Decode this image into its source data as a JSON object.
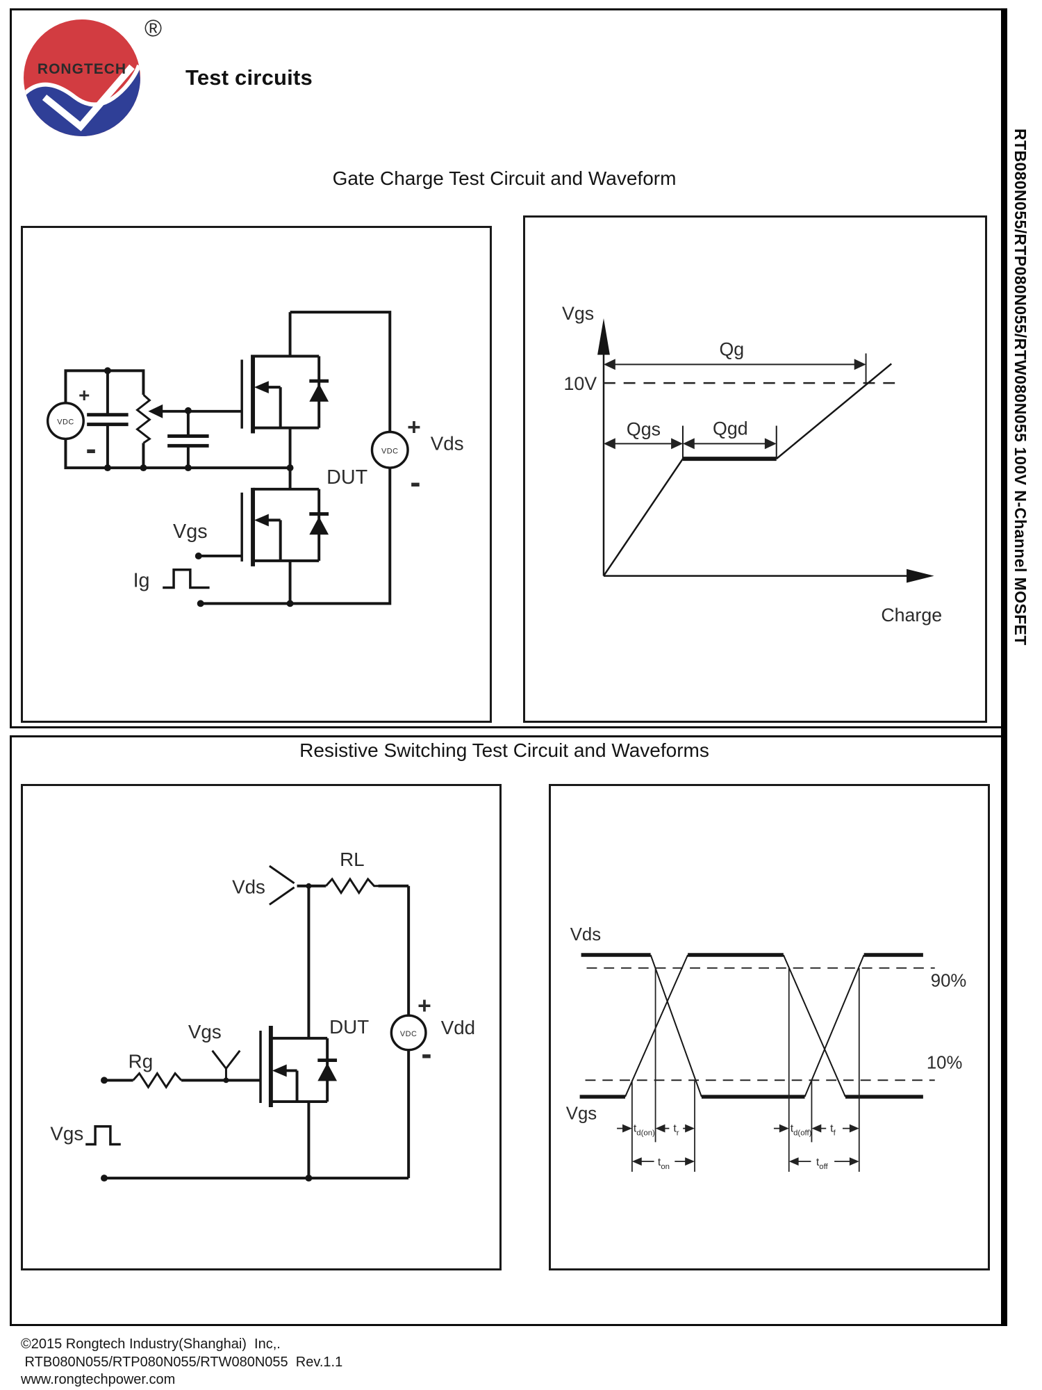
{
  "page": {
    "heading": "Test circuits",
    "sidebar_text": "RTB080N055/RTP080N055/RTW080N055 100V N-Channel MOSFET"
  },
  "logo": {
    "brand": "RONGTECH",
    "registered_mark": "®"
  },
  "colors": {
    "logo_red": "#d23c41",
    "logo_blue": "#2f3f97",
    "ink": "#111111"
  },
  "gate_charge": {
    "title": "Gate Charge Test Circuit and Waveform",
    "circuit": {
      "vdc_left": "VDC",
      "plus_left": "+",
      "minus_left": "-",
      "vgs_gate": "Vgs",
      "ig": "Ig",
      "dut": "DUT",
      "vdc_right": "VDC",
      "plus_right": "+",
      "vds": "Vds",
      "minus_right": "-"
    },
    "waveform": {
      "y_axis": "Vgs",
      "level": "10V",
      "qg": "Qg",
      "qgs": "Qgs",
      "qgd": "Qgd",
      "x_axis": "Charge"
    }
  },
  "resistive": {
    "title": "Resistive Switching Test Circuit and Waveforms",
    "circuit": {
      "vds_probe": "Vds",
      "rl": "RL",
      "rg": "Rg",
      "vgs_probe": "Vgs",
      "dut": "DUT",
      "vdc": "VDC",
      "plus": "+",
      "vdd": "Vdd",
      "minus": "-",
      "vgs_input": "Vgs"
    },
    "waveform": {
      "vds": "Vds",
      "vgs": "Vgs",
      "p90": "90%",
      "p10": "10%",
      "timing": {
        "t": "t",
        "d_on": "d(on)",
        "r": "r",
        "d_off": "d(off)",
        "f": "f",
        "on": "on",
        "off": "off"
      }
    }
  },
  "footer": {
    "line1": "©2015 Rongtech Industry(Shanghai)  Inc,.",
    "line2": " RTB080N055/RTP080N055/RTW080N055  Rev.1.1",
    "line3": "www.rongtechpower.com"
  }
}
